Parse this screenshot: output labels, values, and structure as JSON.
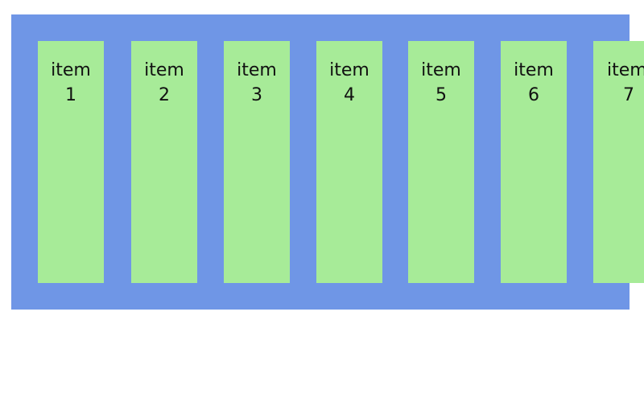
{
  "colors": {
    "container": "#6f96e6",
    "item": "#a7eb98",
    "text": "#111111",
    "background": "#ffffff"
  },
  "items": [
    {
      "word": "item",
      "number": "1"
    },
    {
      "word": "item",
      "number": "2"
    },
    {
      "word": "item",
      "number": "3"
    },
    {
      "word": "item",
      "number": "4"
    },
    {
      "word": "item",
      "number": "5"
    },
    {
      "word": "item",
      "number": "6"
    },
    {
      "word": "item",
      "number": "7"
    }
  ]
}
